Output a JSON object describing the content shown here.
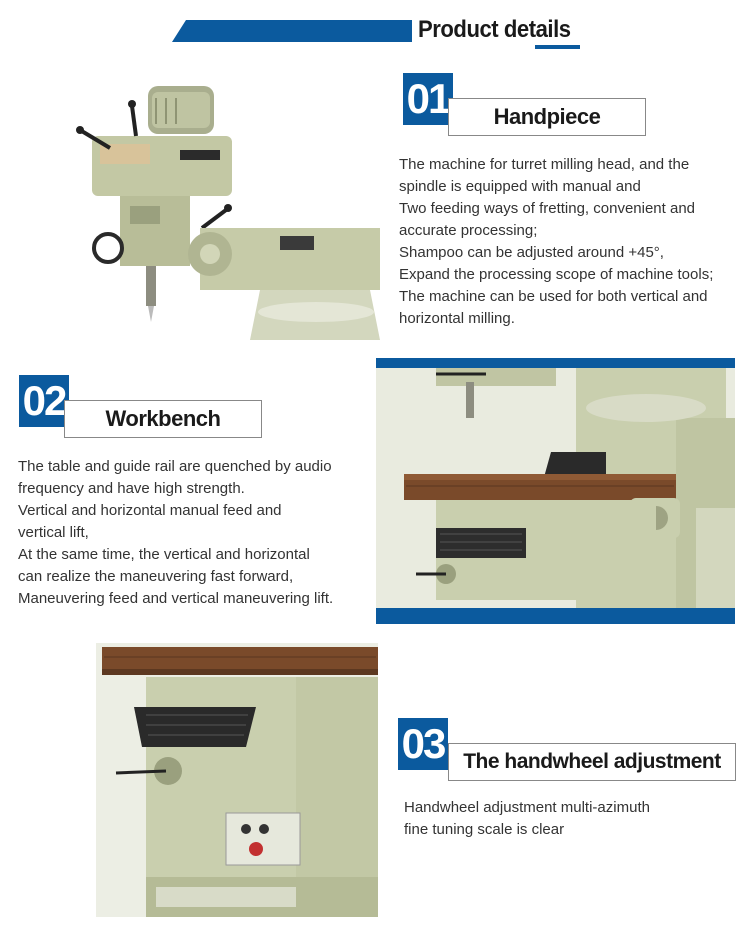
{
  "header": {
    "title": "Product details"
  },
  "sections": [
    {
      "number": "01",
      "title": "Handpiece",
      "lines": [
        "The machine for turret milling head, and the",
        "spindle is equipped with manual and",
        "Two feeding ways of fretting, convenient and",
        "accurate processing;",
        "Shampoo can be adjusted around +45°,",
        "Expand the processing scope of machine tools;",
        "The machine can be used for both vertical and",
        "horizontal milling."
      ]
    },
    {
      "number": "02",
      "title": "Workbench",
      "lines": [
        "The table and guide rail are quenched by audio",
        "frequency and have high strength.",
        "Vertical and horizontal manual feed and",
        "vertical lift,",
        "At the same time, the vertical and horizontal",
        "can realize the maneuvering fast forward,",
        "Maneuvering feed and vertical maneuvering lift."
      ]
    },
    {
      "number": "03",
      "title": "The handwheel adjustment",
      "lines": [
        "Handwheel adjustment multi-azimuth",
        "fine tuning scale is clear"
      ]
    }
  ],
  "colors": {
    "accent": "#0b5a9e",
    "machine_green": "#c9cfae",
    "table_brown": "#7a4a2a"
  }
}
